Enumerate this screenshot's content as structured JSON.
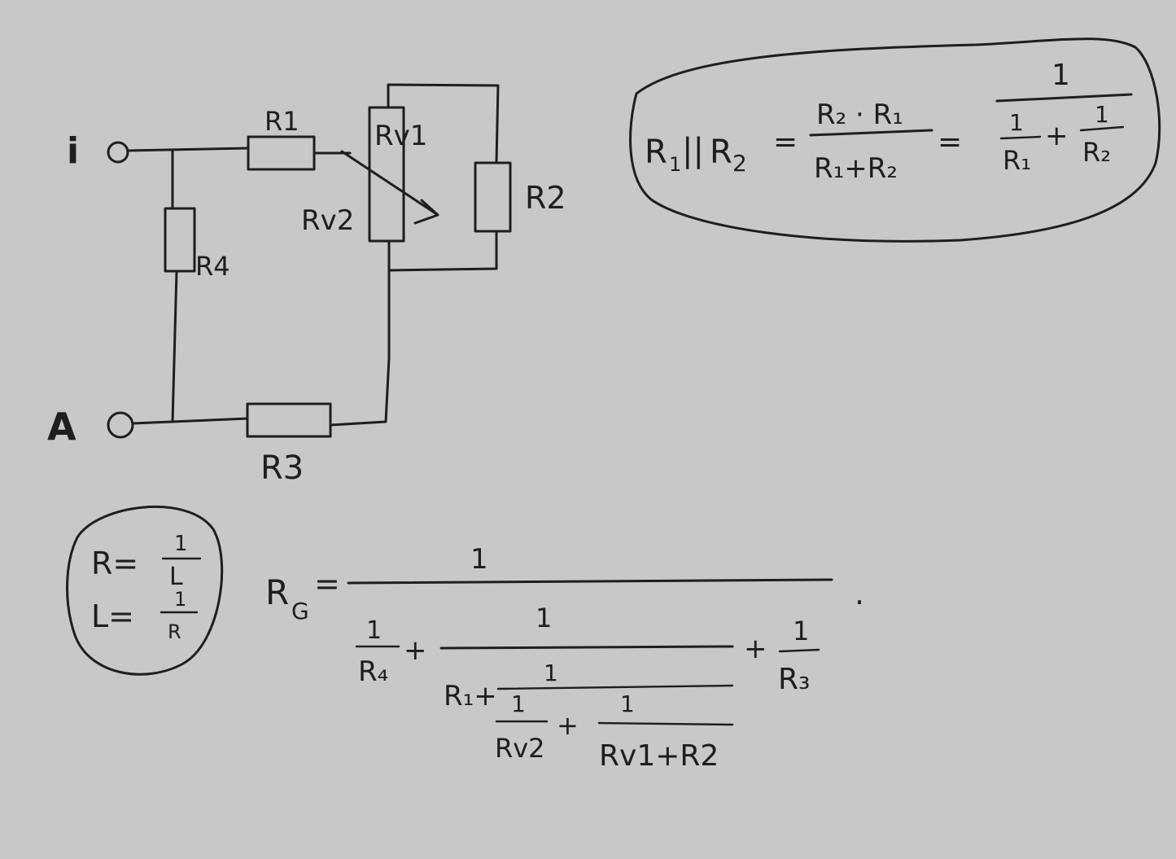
{
  "colors": {
    "background": "#c8c8c8",
    "ink": "#1e1e1e"
  },
  "circuit": {
    "terminal_in": "i",
    "terminal_out": "A",
    "r1": "R1",
    "r2": "R2",
    "r3": "R3",
    "r4": "R4",
    "rv1": "Rv1",
    "rv2": "Rv2"
  },
  "parallel_formula": {
    "lhs_a": "R",
    "lhs_a_sub": "1",
    "parallel": "||",
    "lhs_b": "R",
    "lhs_b_sub": "2",
    "eq1": "=",
    "num": "R₂ · R₁",
    "den": "R₁+R₂",
    "eq2": "=",
    "one": "1",
    "term1_num": "1",
    "term1_den": "R₁",
    "plus": "+",
    "term2_num": "1",
    "term2_den": "R₂"
  },
  "conductance_note": {
    "line1_lhs": "R=",
    "line1_num": "1",
    "line1_den": "L",
    "line2_lhs": "L=",
    "line2_num": "1",
    "line2_den": "R"
  },
  "total_formula": {
    "lhs": "R",
    "lhs_sub": "G",
    "eq": "=",
    "top_num": "1",
    "r4_num": "1",
    "r4_den": "R₄",
    "plus1": "+",
    "mid_num": "1",
    "r1_prefix": "R₁+",
    "inner_num": "1",
    "rv2_num": "1",
    "rv2_den": "Rv2",
    "plus_inner": "+",
    "rv1r2_num": "1",
    "rv1r2_den": "Rv1+R2",
    "plus2": "+",
    "r3_num": "1",
    "r3_den": "R₃",
    "dot": "."
  }
}
